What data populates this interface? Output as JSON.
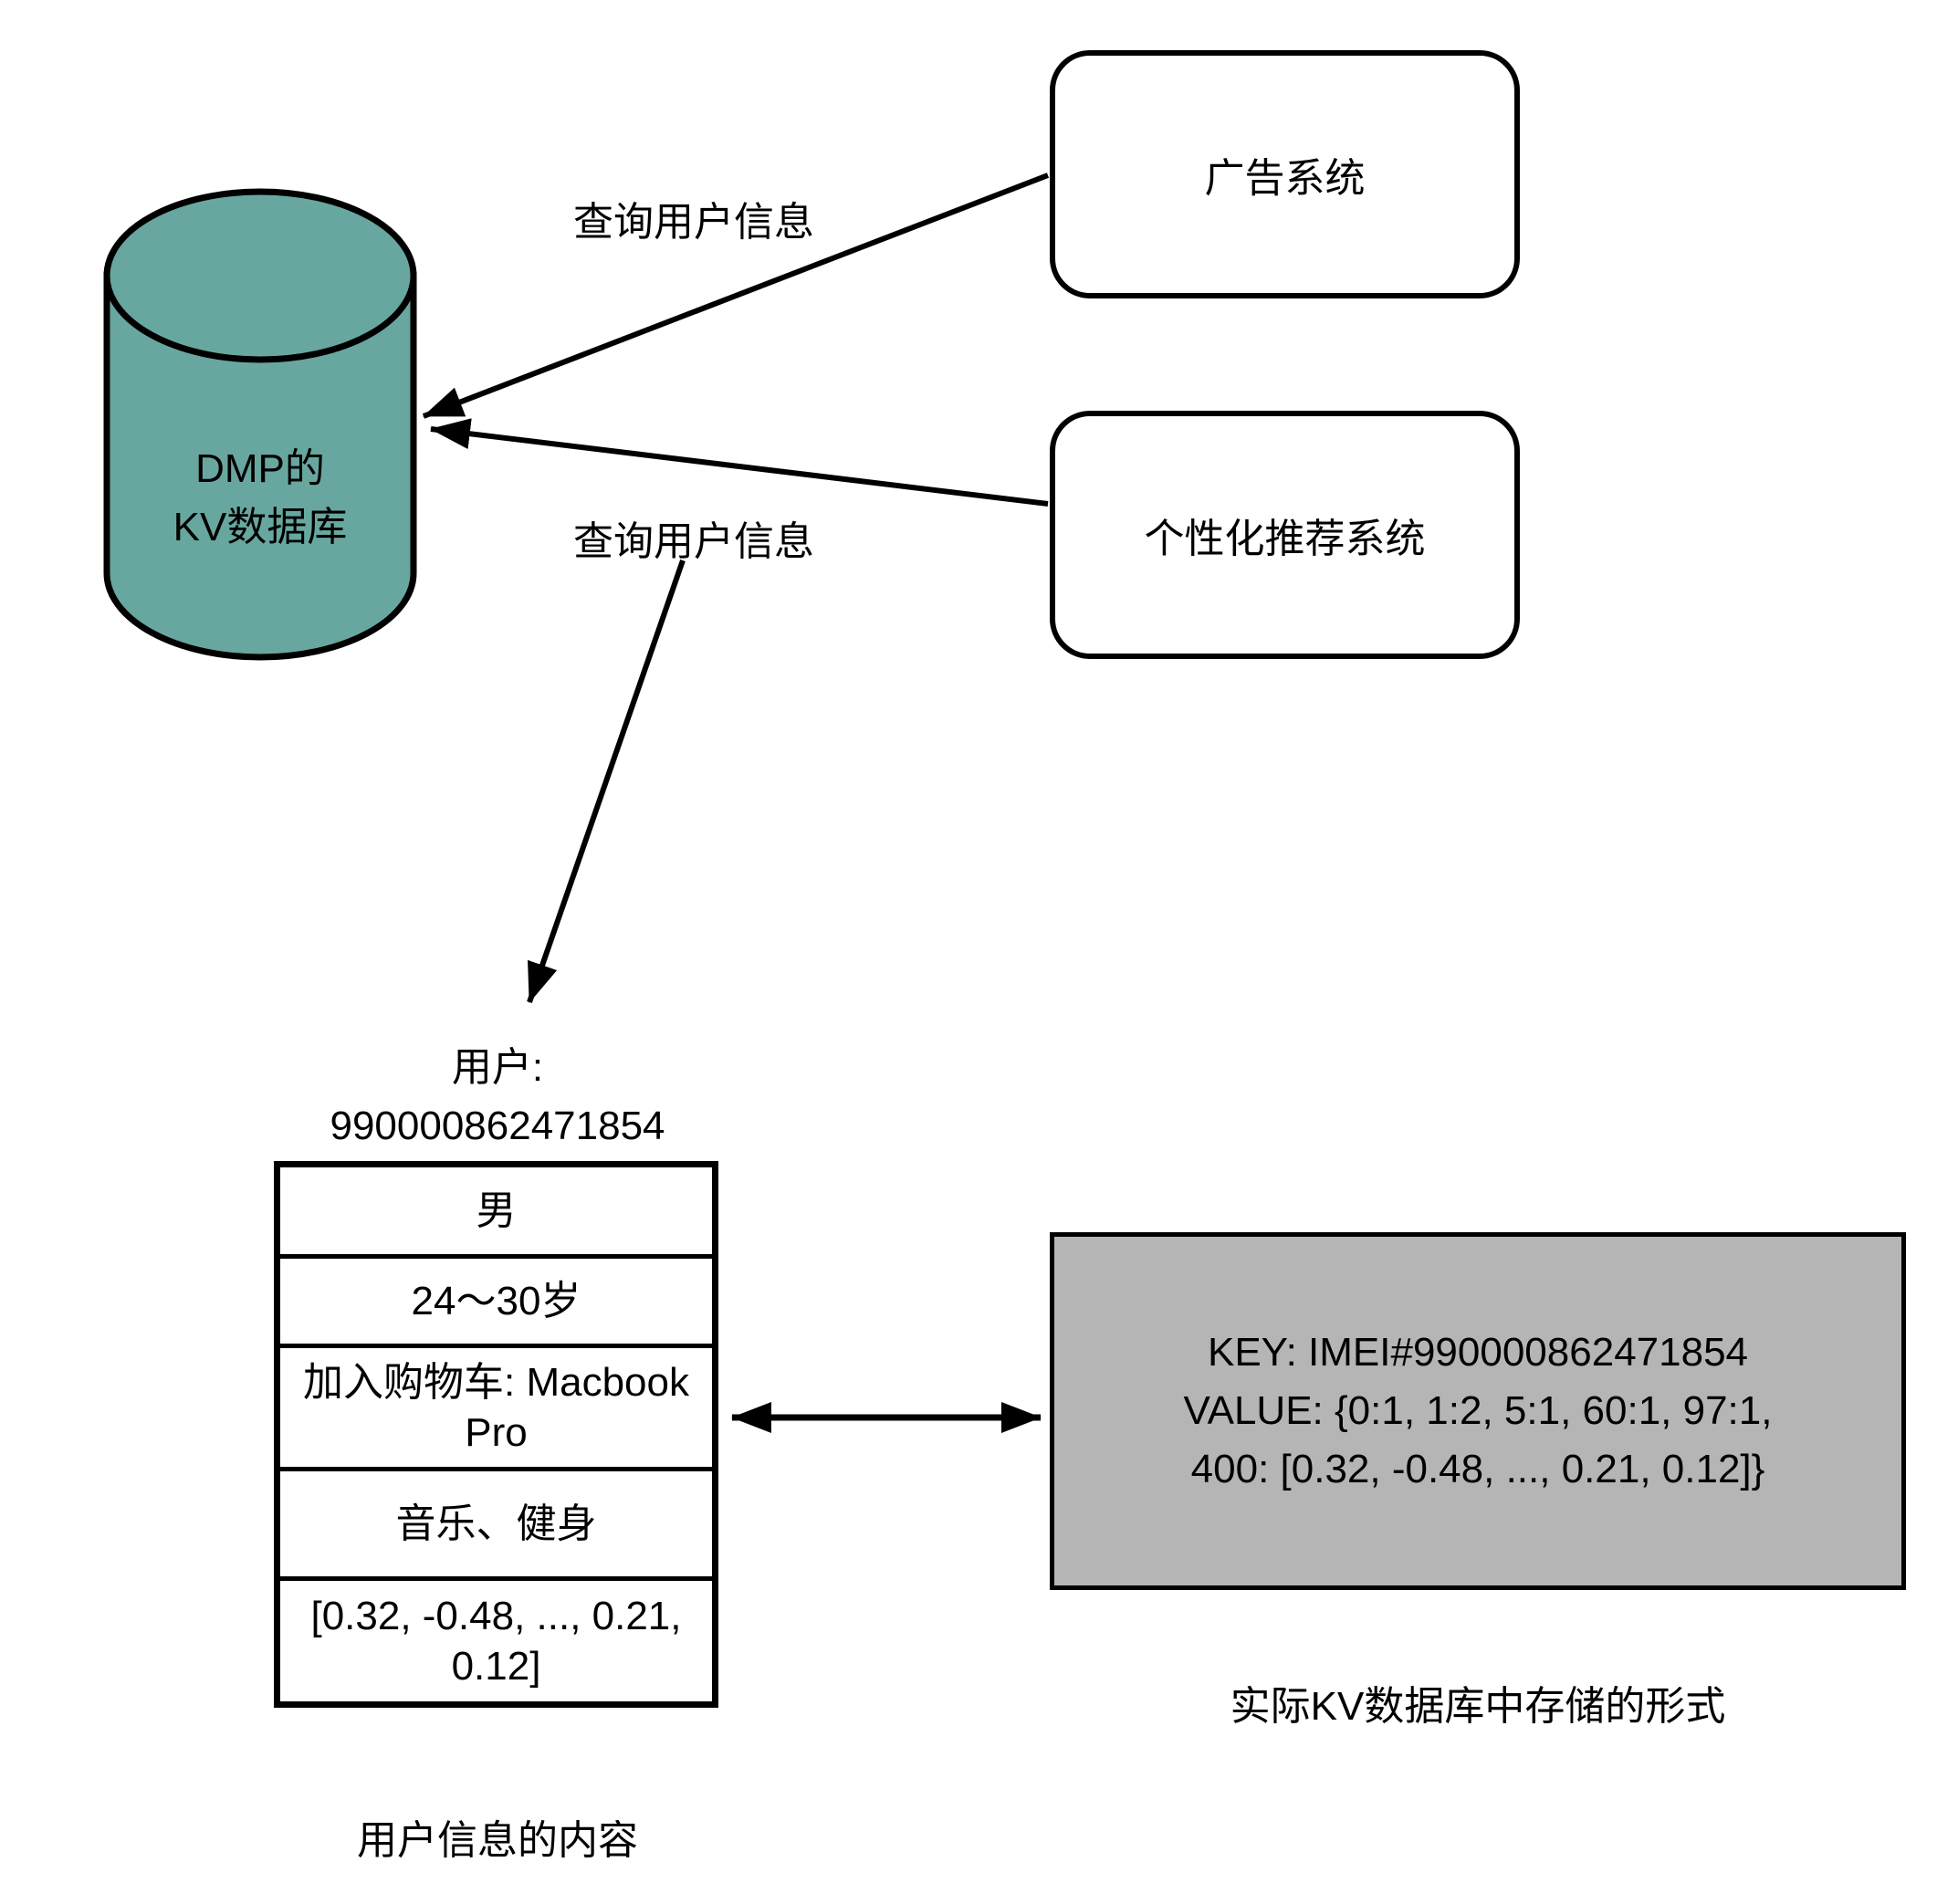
{
  "diagram": {
    "database": {
      "fill": "#68a79f",
      "label_line1": "DMP的",
      "label_line2": "KV数据库"
    },
    "ad_system_label": "广告系统",
    "rec_system_label": "个性化推荐系统",
    "query_top_label": "查询用户信息",
    "query_bottom_label": "查询用户信息",
    "user_header": {
      "line1": "用户:",
      "line2": "990000862471854"
    },
    "user_rows": [
      "男",
      "24～30岁",
      "加入购物车: Macbook Pro",
      "音乐、健身",
      "[0.32, -0.48, ..., 0.21, 0.12]"
    ],
    "kv_box": {
      "fill": "#b5b5b5",
      "line1": "KEY: IMEI#990000862471854",
      "line2": "VALUE: {0:1, 1:2, 5:1, 60:1, 97:1,",
      "line3": "400: [0.32, -0.48, ..., 0.21, 0.12]}"
    },
    "kv_caption": "实际KV数据库中存储的形式",
    "table_caption": "用户信息的内容"
  }
}
